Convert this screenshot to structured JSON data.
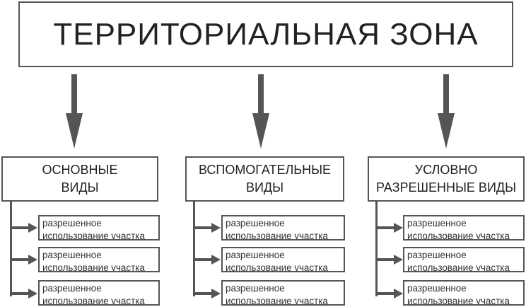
{
  "diagram": {
    "title": "ТЕРРИТОРИАЛЬНАЯ ЗОНА",
    "categories": [
      {
        "label": "ОСНОВНЫЕ\nВИДЫ",
        "items": [
          "разрешенное\nиспользование участка",
          "разрешенное\nиспользование участка",
          "разрешенное\nиспользование участка"
        ]
      },
      {
        "label": "ВСПОМОГАТЕЛЬНЫЕ\nВИДЫ",
        "items": [
          "разрешенное\nиспользование участка",
          "разрешенное\nиспользование участка",
          "разрешенное\nиспользование участка"
        ]
      },
      {
        "label": "УСЛОВНО\nРАЗРЕШЕННЫЕ ВИДЫ",
        "items": [
          "разрешенное\nиспользование участка",
          "разрешенное\nиспользование участка",
          "разрешенное\nиспользование участка"
        ]
      }
    ]
  },
  "colors": {
    "line": "#555555",
    "arrow": "#555555",
    "text": "#222222"
  }
}
